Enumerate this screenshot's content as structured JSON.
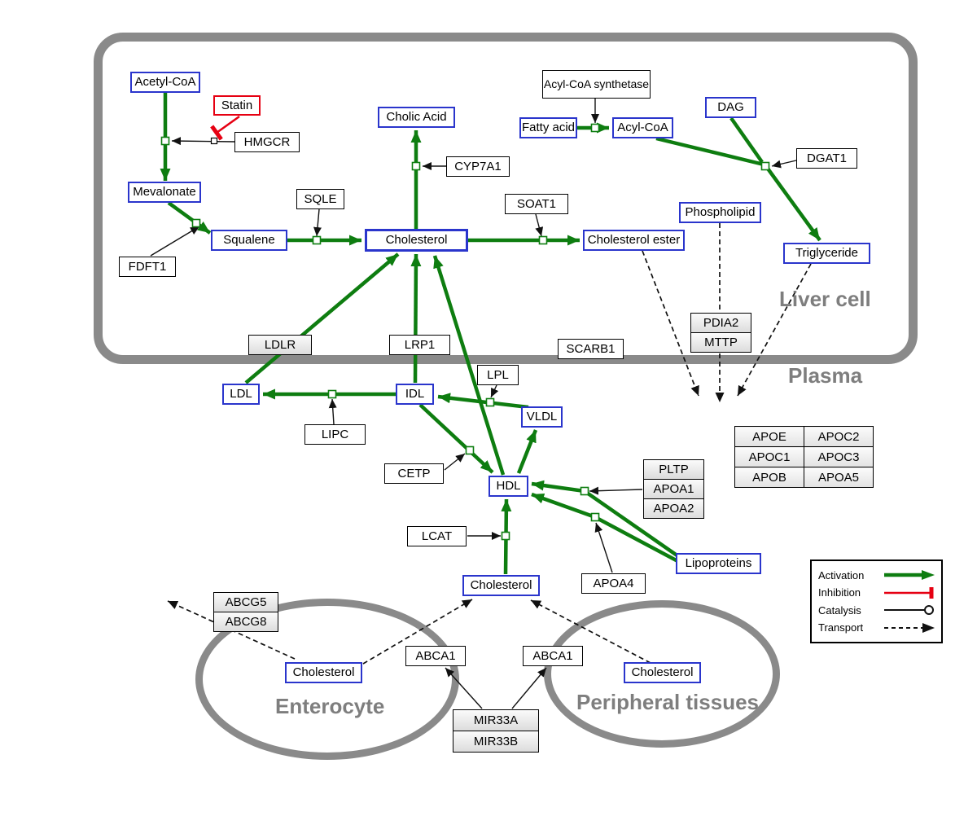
{
  "colors": {
    "activation": "#0e7d10",
    "inhibition": "#e60012",
    "metabolite": "#2a35cc",
    "membrane": "#8a8a8a",
    "label": "#7e7e7e"
  },
  "regions": {
    "liver_cell": "Liver cell",
    "plasma": "Plasma",
    "enterocyte": "Enterocyte",
    "peripheral_tissues": "Peripheral tissues"
  },
  "nodes": {
    "acetyl_coa": "Acetyl-CoA",
    "statin": "Statin",
    "hmgcr": "HMGCR",
    "mevalonate": "Mevalonate",
    "fdft1": "FDFT1",
    "squalene": "Squalene",
    "sqle": "SQLE",
    "cholic_acid": "Cholic Acid",
    "cyp7a1": "CYP7A1",
    "cholesterol_liver": "Cholesterol",
    "soat1": "SOAT1",
    "cholesterol_ester": "Cholesterol ester",
    "acyl_coa_synthetase": "Acyl-CoA synthetase",
    "fatty_acid": "Fatty acid",
    "acyl_coa": "Acyl-CoA",
    "dag": "DAG",
    "dgat1": "DGAT1",
    "phospholipid": "Phospholipid",
    "triglyceride": "Triglyceride",
    "ldlr": "LDLR",
    "lrp1": "LRP1",
    "scarb1": "SCARB1",
    "pdia2": "PDIA2",
    "mttp": "MTTP",
    "ldl": "LDL",
    "idl": "IDL",
    "lipc": "LIPC",
    "lpl": "LPL",
    "vldl": "VLDL",
    "cetp": "CETP",
    "hdl": "HDL",
    "pltp": "PLTP",
    "apoa1": "APOA1",
    "apoa2": "APOA2",
    "lcat": "LCAT",
    "apoa4": "APOA4",
    "lipoproteins": "Lipoproteins",
    "cholesterol_plasma": "Cholesterol",
    "abcg5": "ABCG5",
    "abcg8": "ABCG8",
    "cholesterol_enterocyte": "Cholesterol",
    "abca1_enterocyte": "ABCA1",
    "abca1_peripheral": "ABCA1",
    "cholesterol_peripheral": "Cholesterol",
    "mir33a": "MIR33A",
    "mir33b": "MIR33B"
  },
  "apo_table": {
    "cells": [
      [
        "APOE",
        "APOC2"
      ],
      [
        "APOC1",
        "APOC3"
      ],
      [
        "APOB",
        "APOA5"
      ]
    ]
  },
  "legend": {
    "activation": "Activation",
    "inhibition": "Inhibition",
    "catalysis": "Catalysis",
    "transport": "Transport"
  }
}
